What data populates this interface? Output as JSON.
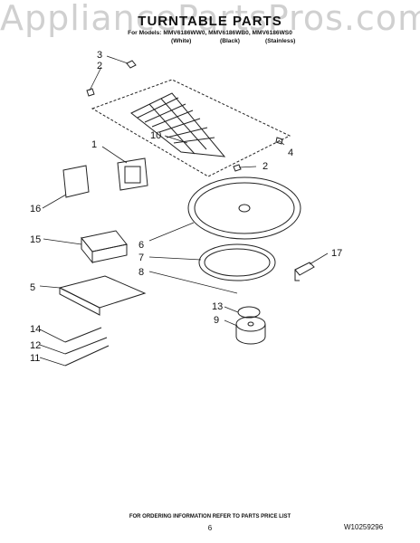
{
  "watermark": "AppliancePartsPros.com",
  "title": "TURNTABLE PARTS",
  "models": "For Models: MMV6186WW0, MMV6186WB0, MMV6186WS0",
  "variants": [
    "(White)",
    "(Black)",
    "(Stainless)"
  ],
  "callouts": [
    "3",
    "2",
    "10",
    "4",
    "2",
    "1",
    "16",
    "6",
    "15",
    "7",
    "17",
    "8",
    "5",
    "13",
    "9",
    "14",
    "12",
    "11"
  ],
  "footer": {
    "ordering_note": "FOR ORDERING INFORMATION REFER TO PARTS PRICE LIST",
    "page_number": "6",
    "document_number": "W10259296"
  }
}
